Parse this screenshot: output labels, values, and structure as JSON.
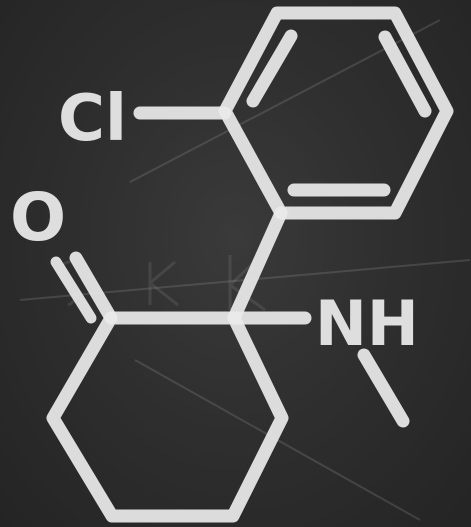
{
  "molecule": {
    "atoms": {
      "chlorine": "Cl",
      "amine": "NH",
      "oxygen": "O"
    }
  },
  "colors": {
    "chalkboard": "#2f2f2f",
    "chalk": "#e9e9e9"
  }
}
